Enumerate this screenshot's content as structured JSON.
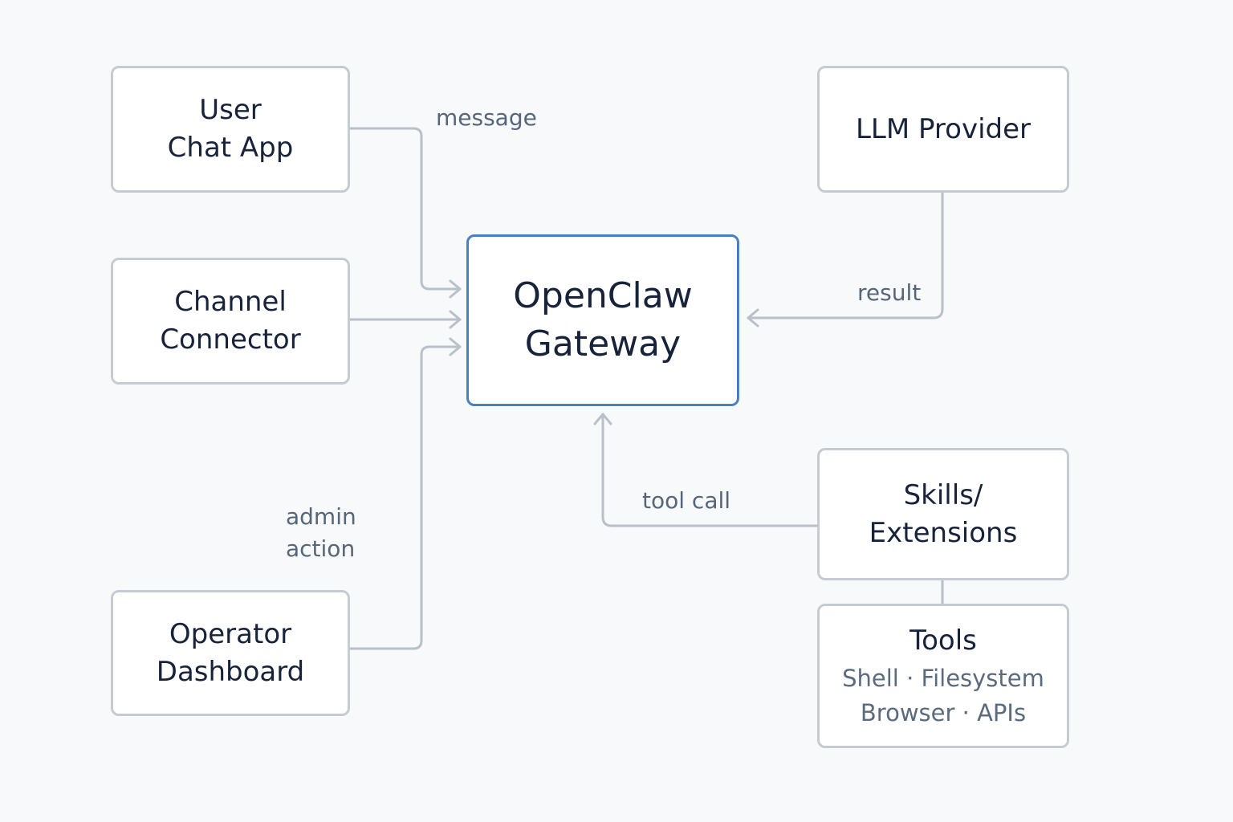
{
  "nodes": {
    "user_chat_app": {
      "title": "User\nChat App"
    },
    "channel_connector": {
      "title": "Channel\nConnector"
    },
    "operator_dashboard": {
      "title": "Operator\nDashboard"
    },
    "gateway": {
      "title": "OpenClaw\nGateway"
    },
    "llm_provider": {
      "title": "LLM Provider"
    },
    "skills_extensions": {
      "title": "Skills/\nExtensions"
    },
    "tools": {
      "title": "Tools",
      "subtitle": "Shell · Filesystem\nBrowser · APIs"
    }
  },
  "edges": {
    "message": "message",
    "admin_action": "admin\naction",
    "result": "result",
    "tool_call": "tool call"
  },
  "colors": {
    "background": "#f8f9fb",
    "node_border": "#c5cbd3",
    "primary_border": "#4a7fc4",
    "edge": "#b8c0ca",
    "text": "#17233a",
    "label": "#55667a"
  }
}
